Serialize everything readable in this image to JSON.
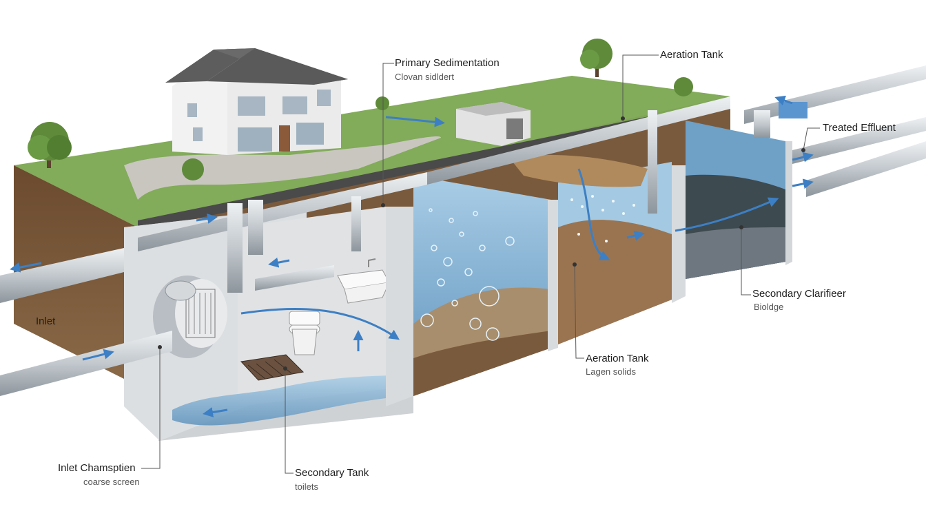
{
  "labels": {
    "primary_sedimentation": {
      "title": "Primary Sedimentation",
      "subtitle": "Clovan sidldert"
    },
    "aeration_tank_top": {
      "title": "Aeration Tank"
    },
    "treated_effluent": {
      "title": "Treated Effluent"
    },
    "secondary_clarifier": {
      "title": "Secondary Clarifieer",
      "subtitle": "Bioldge"
    },
    "aeration_tank_bottom": {
      "title": "Aeration Tank",
      "subtitle": "Lagen solids"
    },
    "secondary_tank": {
      "title": "Secondary Tank",
      "subtitle": "toilets"
    },
    "inlet_chamber": {
      "title": "Inlet Chamsptien",
      "subtitle": "coarse screen"
    },
    "inlet": {
      "title": "Inlet"
    }
  },
  "colors": {
    "water": "#8fb8d6",
    "flow_arrow": "#3d7fc4",
    "concrete": "#d6d8da",
    "soil": "#7a5a3c",
    "grass": "#6e9a4a",
    "pipe": "#b9bfc5"
  },
  "icons": [
    "house-icon",
    "tree-icon",
    "toilet-icon",
    "sink-icon",
    "screen-icon",
    "pipe-icon"
  ]
}
